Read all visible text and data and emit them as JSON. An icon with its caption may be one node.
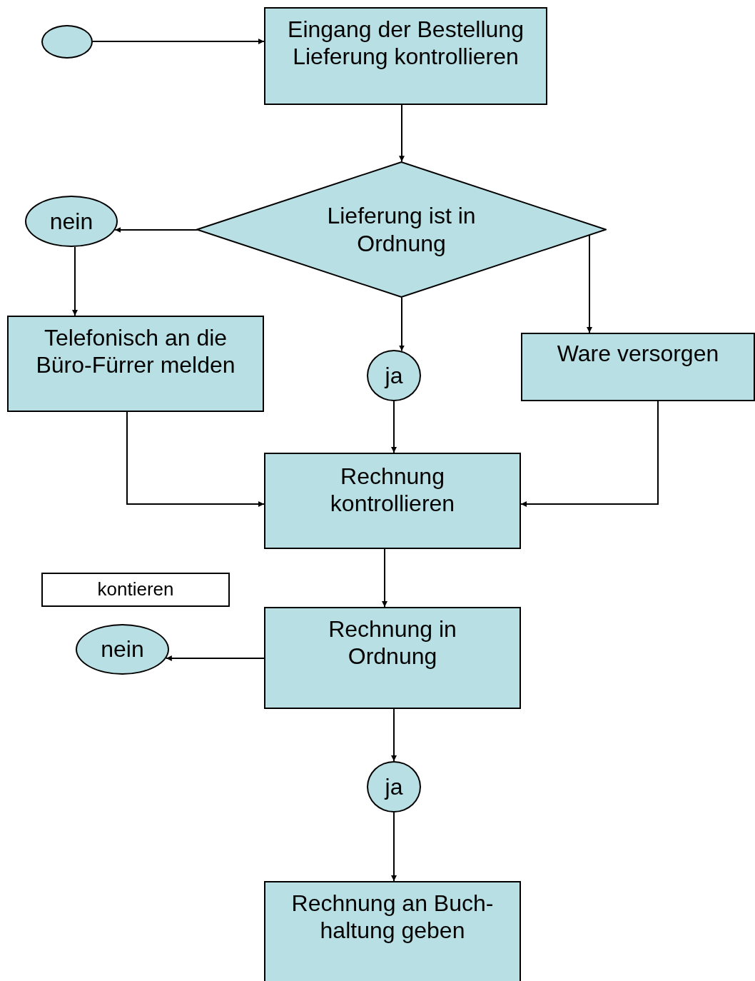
{
  "diagram": {
    "nodes": [
      {
        "text": [],
        "shape": "circle"
      },
      {
        "text": [
          "Eingang der Bestellung Lieferung kontrollieren"
        ]
      },
      {
        "text": [
          "Lieferung ist in Ordnung"
        ]
      },
      {
        "text": [
          "nein"
        ]
      },
      {
        "text": [
          "Telefonisch an die Büro-Fürrer melden"
        ]
      },
      {
        "text": [
          "ja"
        ]
      },
      {
        "text": [
          "Ware versorgen"
        ]
      },
      {
        "text": [
          "Rechnung kontrollieren"
        ]
      },
      {
        "text": [
          "kontieren"
        ]
      },
      {
        "text": [
          "nein"
        ]
      },
      {
        "text": [
          "Rechnung in Ordnung"
        ]
      },
      {
        "text": [
          "ja"
        ]
      },
      {
        "text": [
          "Rechnung an Buch-haltung geben"
        ]
      }
    ],
    "edges": [
      {
        "from": 0,
        "to": 1,
        "arrow": "to"
      },
      {
        "from": 1,
        "to": 2,
        "arrow": "to"
      },
      {
        "from": 2,
        "to": 3,
        "arrow": "to"
      },
      {
        "from": 3,
        "to": 4,
        "arrow": "to"
      },
      {
        "from": 2,
        "to": 5,
        "arrow": "to"
      },
      {
        "from": 2,
        "to": 6,
        "arrow": "to"
      },
      {
        "from": 5,
        "to": 7,
        "arrow": "to"
      },
      {
        "from": 4,
        "to": 7,
        "arrow": "to"
      },
      {
        "from": 6,
        "to": 7,
        "arrow": "to"
      },
      {
        "from": 7,
        "to": 10,
        "arrow": "to"
      },
      {
        "from": 10,
        "to": 9,
        "arrow": "to"
      },
      {
        "from": 10,
        "to": 11,
        "arrow": "to"
      },
      {
        "from": 11,
        "to": 12,
        "arrow": "to"
      }
    ]
  }
}
